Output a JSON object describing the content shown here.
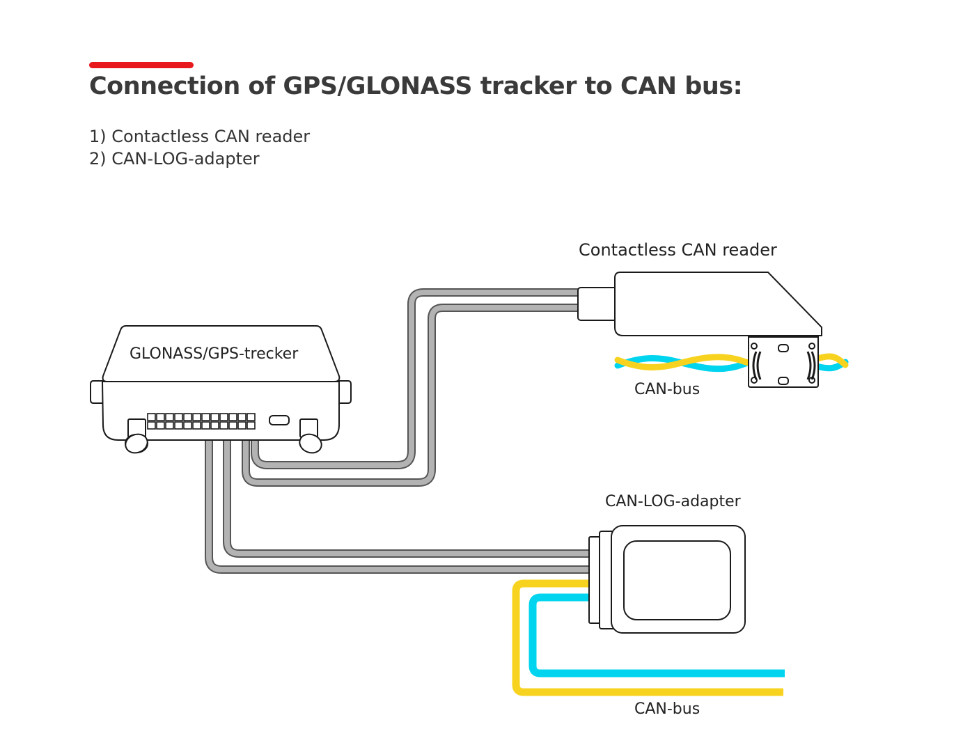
{
  "header": {
    "title": "Connection of GPS/GLONASS tracker to CAN bus:",
    "accent_color": "#e8191d"
  },
  "options": [
    "1)  Contactless CAN reader",
    "2)  CAN-LOG-adapter"
  ],
  "diagram": {
    "tracker_label": "GLONASS/GPS-trecker",
    "reader_label": "Contactless CAN reader",
    "adapter_label": "CAN-LOG-adapter",
    "canbus_label_top": "CAN-bus",
    "canbus_label_bottom": "CAN-bus",
    "wire_colors": {
      "cable_gray": "#aaaaaa",
      "can_high": "#00d4ee",
      "can_low": "#f7d320"
    }
  }
}
